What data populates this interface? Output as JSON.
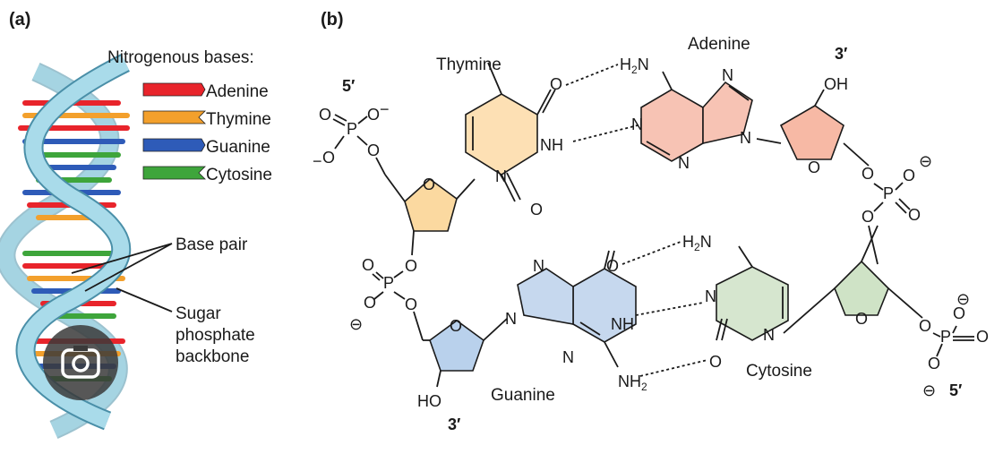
{
  "panel_a": {
    "label": "(a)",
    "legend_title": "Nitrogenous bases:",
    "legend": [
      {
        "name": "Adenine",
        "color": "#e8242b"
      },
      {
        "name": "Thymine",
        "color": "#f3a02c"
      },
      {
        "name": "Guanine",
        "color": "#2e5bb8"
      },
      {
        "name": "Cytosine",
        "color": "#3ea53b"
      }
    ],
    "base_pair_label": "Base pair",
    "backbone_label_1": "Sugar",
    "backbone_label_2": "phosphate",
    "backbone_label_3": "backbone",
    "colors": {
      "backbone": "#a9dbea",
      "backbone_edge": "#4a8fa8"
    }
  },
  "panel_b": {
    "label": "(b)",
    "bases": {
      "thymine": "Thymine",
      "adenine": "Adenine",
      "guanine": "Guanine",
      "cytosine": "Cytosine"
    },
    "ends": {
      "top_left": "5′",
      "top_right": "3′",
      "bottom_left": "3′",
      "bottom_right": "5′"
    },
    "colors": {
      "thymine": "#fde0b4",
      "adenine": "#f7c3b4",
      "guanine": "#c6d8ee",
      "cytosine": "#d6e6cf",
      "sugar_top": "#fbd9a0",
      "sugar_right": "#f7b9a5",
      "sugar_bottom": "#b9d1ec",
      "sugar_right_bottom": "#cfe3c6"
    },
    "atoms": {
      "O": "O",
      "N": "N",
      "P": "P",
      "NH": "NH",
      "H": "H",
      "OH": "OH",
      "HO": "HO",
      "H2N_H": "H",
      "H2N_2": "2",
      "H2N_N": "N",
      "NH2_NH": "NH",
      "NH2_2": "2",
      "minus": "−",
      "circled_minus": "⊖"
    }
  }
}
